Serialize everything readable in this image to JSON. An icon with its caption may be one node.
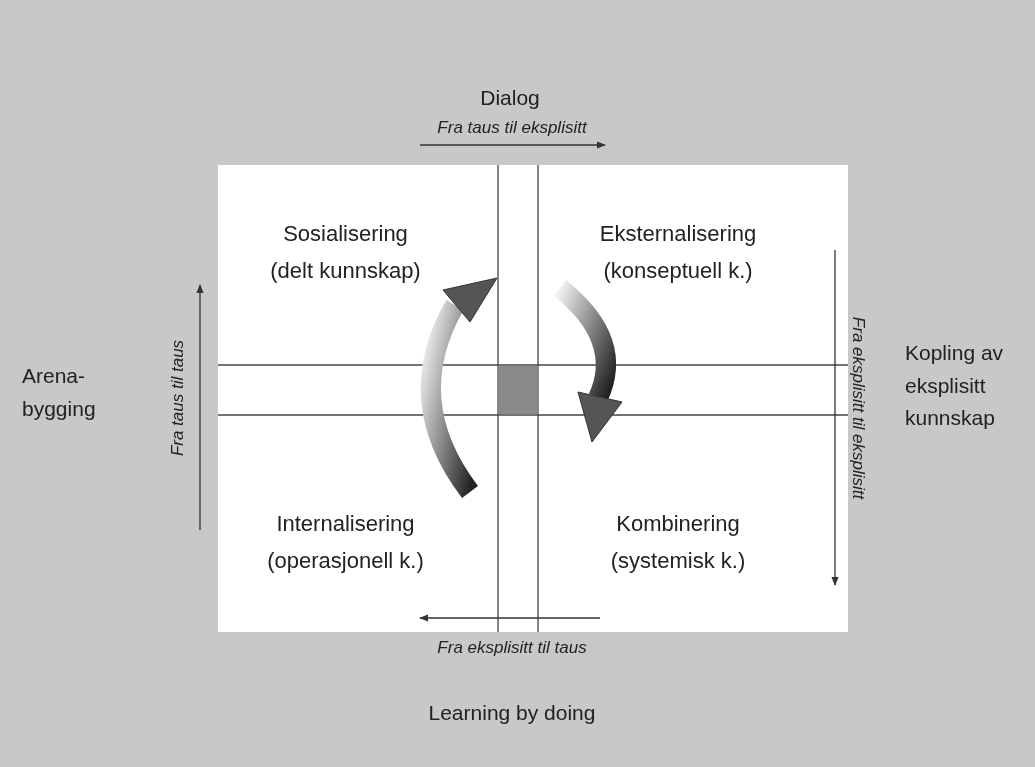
{
  "diagram": {
    "nodes": [
      {
        "text": [],
        "shape": "box"
      },
      {
        "text": [
          "Sosialisering",
          "(delt kunnskap)"
        ],
        "in": 0
      },
      {
        "text": [
          "Eksternalisering",
          "(konseptuell k.)"
        ],
        "in": 0
      },
      {
        "text": [
          "Internalisering",
          "(operasjonell k.)"
        ],
        "in": 0
      },
      {
        "text": [
          "Kombinering",
          "(systemisk k.)"
        ],
        "in": 0
      }
    ],
    "edges": [],
    "labels": [
      "Dialog",
      "Fra taus til eksplisitt",
      "Arena-bygging",
      "Fra taus til taus",
      "Fra eksplisitt til eksplisitt",
      "Kopling av eksplisitt kunnskap",
      "Fra eksplisitt til taus",
      "Learning by doing"
    ]
  }
}
